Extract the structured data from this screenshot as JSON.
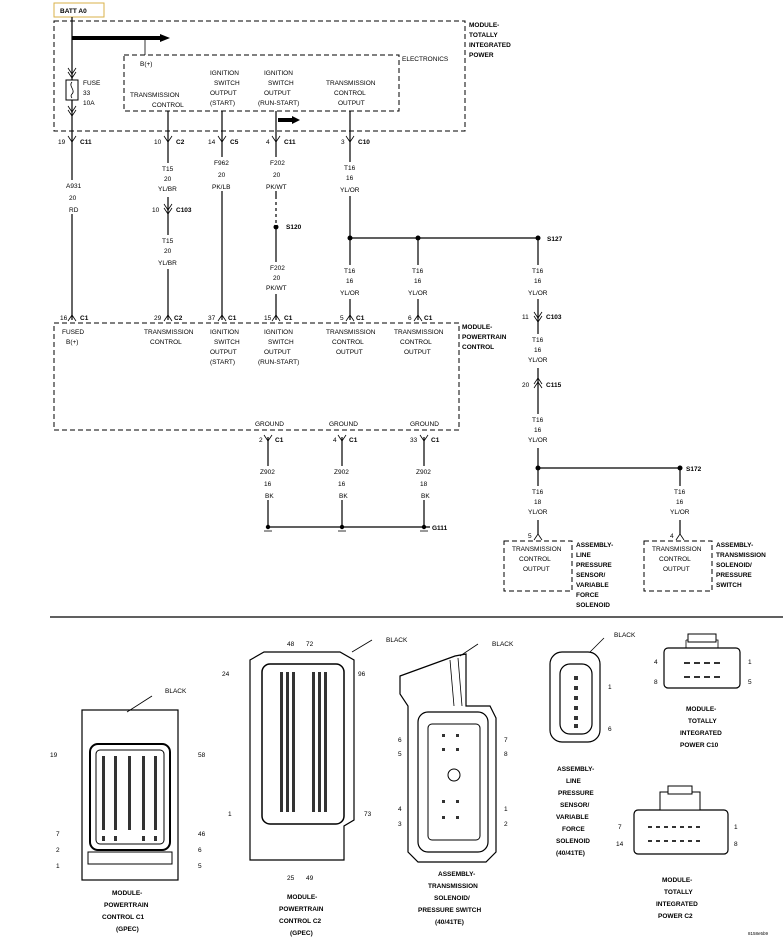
{
  "batt": "BATT A0",
  "tip": {
    "name": [
      "MODULE-",
      "TOTALLY",
      "INTEGRATED",
      "POWER"
    ],
    "electronics": "ELECTRONICS",
    "bplus": "B(+)",
    "fuse": [
      "FUSE",
      "33",
      "10A"
    ],
    "outputs": [
      {
        "key": "tc",
        "l": [
          "TRANSMISSION",
          "CONTROL"
        ]
      },
      {
        "key": "start",
        "l": [
          "IGNITION",
          "SWITCH",
          "OUTPUT",
          "(START)"
        ]
      },
      {
        "key": "runstart",
        "l": [
          "IGNITION",
          "SWITCH",
          "OUTPUT",
          "(RUN-START)"
        ]
      },
      {
        "key": "tco",
        "l": [
          "TRANSMISSION",
          "CONTROL",
          "OUTPUT"
        ]
      }
    ]
  },
  "top_pins": [
    {
      "pin": "19",
      "conn": "C11"
    },
    {
      "pin": "10",
      "conn": "C2"
    },
    {
      "pin": "14",
      "conn": "C5"
    },
    {
      "pin": "4",
      "conn": "C11"
    },
    {
      "pin": "3",
      "conn": "C10"
    }
  ],
  "wires_top": [
    [
      "A931",
      "20",
      "RD"
    ],
    [
      "T15",
      "20",
      "YL/BR"
    ],
    [
      "F962",
      "20",
      "PK/LB"
    ],
    [
      "F202",
      "20",
      "PK/WT"
    ],
    [
      "T16",
      "16",
      "YL/OR"
    ]
  ],
  "c103a": {
    "pin": "10",
    "conn": "C103"
  },
  "t15b": [
    "T15",
    "20",
    "YL/BR"
  ],
  "s120": "S120",
  "f202b": [
    "F202",
    "20",
    "PK/WT"
  ],
  "s127": "S127",
  "t16_branches": [
    [
      "T16",
      "16",
      "YL/OR"
    ],
    [
      "T16",
      "16",
      "YL/OR"
    ],
    [
      "T16",
      "16",
      "YL/OR"
    ]
  ],
  "pcm": {
    "name": [
      "MODULE-",
      "POWERTRAIN",
      "CONTROL"
    ],
    "pins": [
      {
        "pin": "16",
        "conn": "C1",
        "l": [
          "FUSED",
          "B(+)"
        ]
      },
      {
        "pin": "29",
        "conn": "C2",
        "l": [
          "TRANSMISSION",
          "CONTROL"
        ]
      },
      {
        "pin": "37",
        "conn": "C1",
        "l": [
          "IGNITION",
          "SWITCH",
          "OUTPUT",
          "(START)"
        ]
      },
      {
        "pin": "15",
        "conn": "C1",
        "l": [
          "IGNITION",
          "SWITCH",
          "OUTPUT",
          "(RUN-START)"
        ]
      },
      {
        "pin": "5",
        "conn": "C1",
        "l": [
          "TRANSMISSION",
          "CONTROL",
          "OUTPUT"
        ]
      },
      {
        "pin": "6",
        "conn": "C1",
        "l": [
          "TRANSMISSION",
          "CONTROL",
          "OUTPUT"
        ]
      }
    ],
    "grounds": [
      {
        "l": "GROUND",
        "pin": "2",
        "conn": "C1"
      },
      {
        "l": "GROUND",
        "pin": "4",
        "conn": "C1"
      },
      {
        "l": "GROUND",
        "pin": "33",
        "conn": "C1"
      }
    ]
  },
  "gwires": [
    [
      "Z902",
      "16",
      "BK"
    ],
    [
      "Z902",
      "16",
      "BK"
    ],
    [
      "Z902",
      "18",
      "BK"
    ]
  ],
  "g111": "G111",
  "c103b": {
    "pin": "11",
    "conn": "C103"
  },
  "c115": {
    "pin": "20",
    "conn": "C115"
  },
  "t16_mid": [
    [
      "T16",
      "16",
      "YL/OR"
    ],
    [
      "T16",
      "16",
      "YL/OR"
    ]
  ],
  "s172": "S172",
  "t16_low": [
    [
      "T16",
      "18",
      "YL/OR"
    ],
    [
      "T16",
      "16",
      "YL/OR"
    ]
  ],
  "assy1": {
    "pin": "5",
    "l": [
      "TRANSMISSION",
      "CONTROL",
      "OUTPUT"
    ],
    "name": [
      "ASSEMBLY-",
      "LINE",
      "PRESSURE",
      "SENSOR/",
      "VARIABLE",
      "FORCE",
      "SOLENOID"
    ]
  },
  "assy2": {
    "pin": "4",
    "l": [
      "TRANSMISSION",
      "CONTROL",
      "OUTPUT"
    ],
    "name": [
      "ASSEMBLY-",
      "TRANSMISSION",
      "SOLENOID/",
      "PRESSURE",
      "SWITCH"
    ]
  },
  "connectors": {
    "c1": {
      "color": "BLACK",
      "pins": [
        "19",
        "58",
        "7",
        "46",
        "2",
        "6",
        "1",
        "5"
      ],
      "name": [
        "MODULE-",
        "POWERTRAIN",
        "CONTROL C1",
        "(GPEC)"
      ]
    },
    "c2": {
      "color": "BLACK",
      "pins": [
        "48",
        "72",
        "24",
        "96",
        "1",
        "73",
        "25",
        "49"
      ],
      "name": [
        "MODULE-",
        "POWERTRAIN",
        "CONTROL C2",
        "(GPEC)"
      ]
    },
    "sol": {
      "color": "BLACK",
      "pins": [
        "6",
        "7",
        "5",
        "8",
        "4",
        "1",
        "3",
        "2"
      ],
      "name": [
        "ASSEMBLY-",
        "TRANSMISSION",
        "SOLENOID/",
        "PRESSURE SWITCH",
        "(40/41TE)"
      ]
    },
    "lps": {
      "color": "BLACK",
      "pins": [
        "1",
        "6"
      ],
      "name": [
        "ASSEMBLY-",
        "LINE",
        "PRESSURE",
        "SENSOR/",
        "VARIABLE",
        "FORCE",
        "SOLENOID",
        "(40/41TE)"
      ]
    },
    "c10": {
      "pins": [
        "4",
        "1",
        "8",
        "5"
      ],
      "name": [
        "MODULE-",
        "TOTALLY",
        "INTEGRATED",
        "POWER C10"
      ]
    },
    "tipc2": {
      "pins": [
        "7",
        "1",
        "14",
        "8"
      ],
      "name": [
        "MODULE-",
        "TOTALLY",
        "INTEGRATED",
        "POWER C2"
      ]
    }
  },
  "figure_id": "8158e5b9"
}
